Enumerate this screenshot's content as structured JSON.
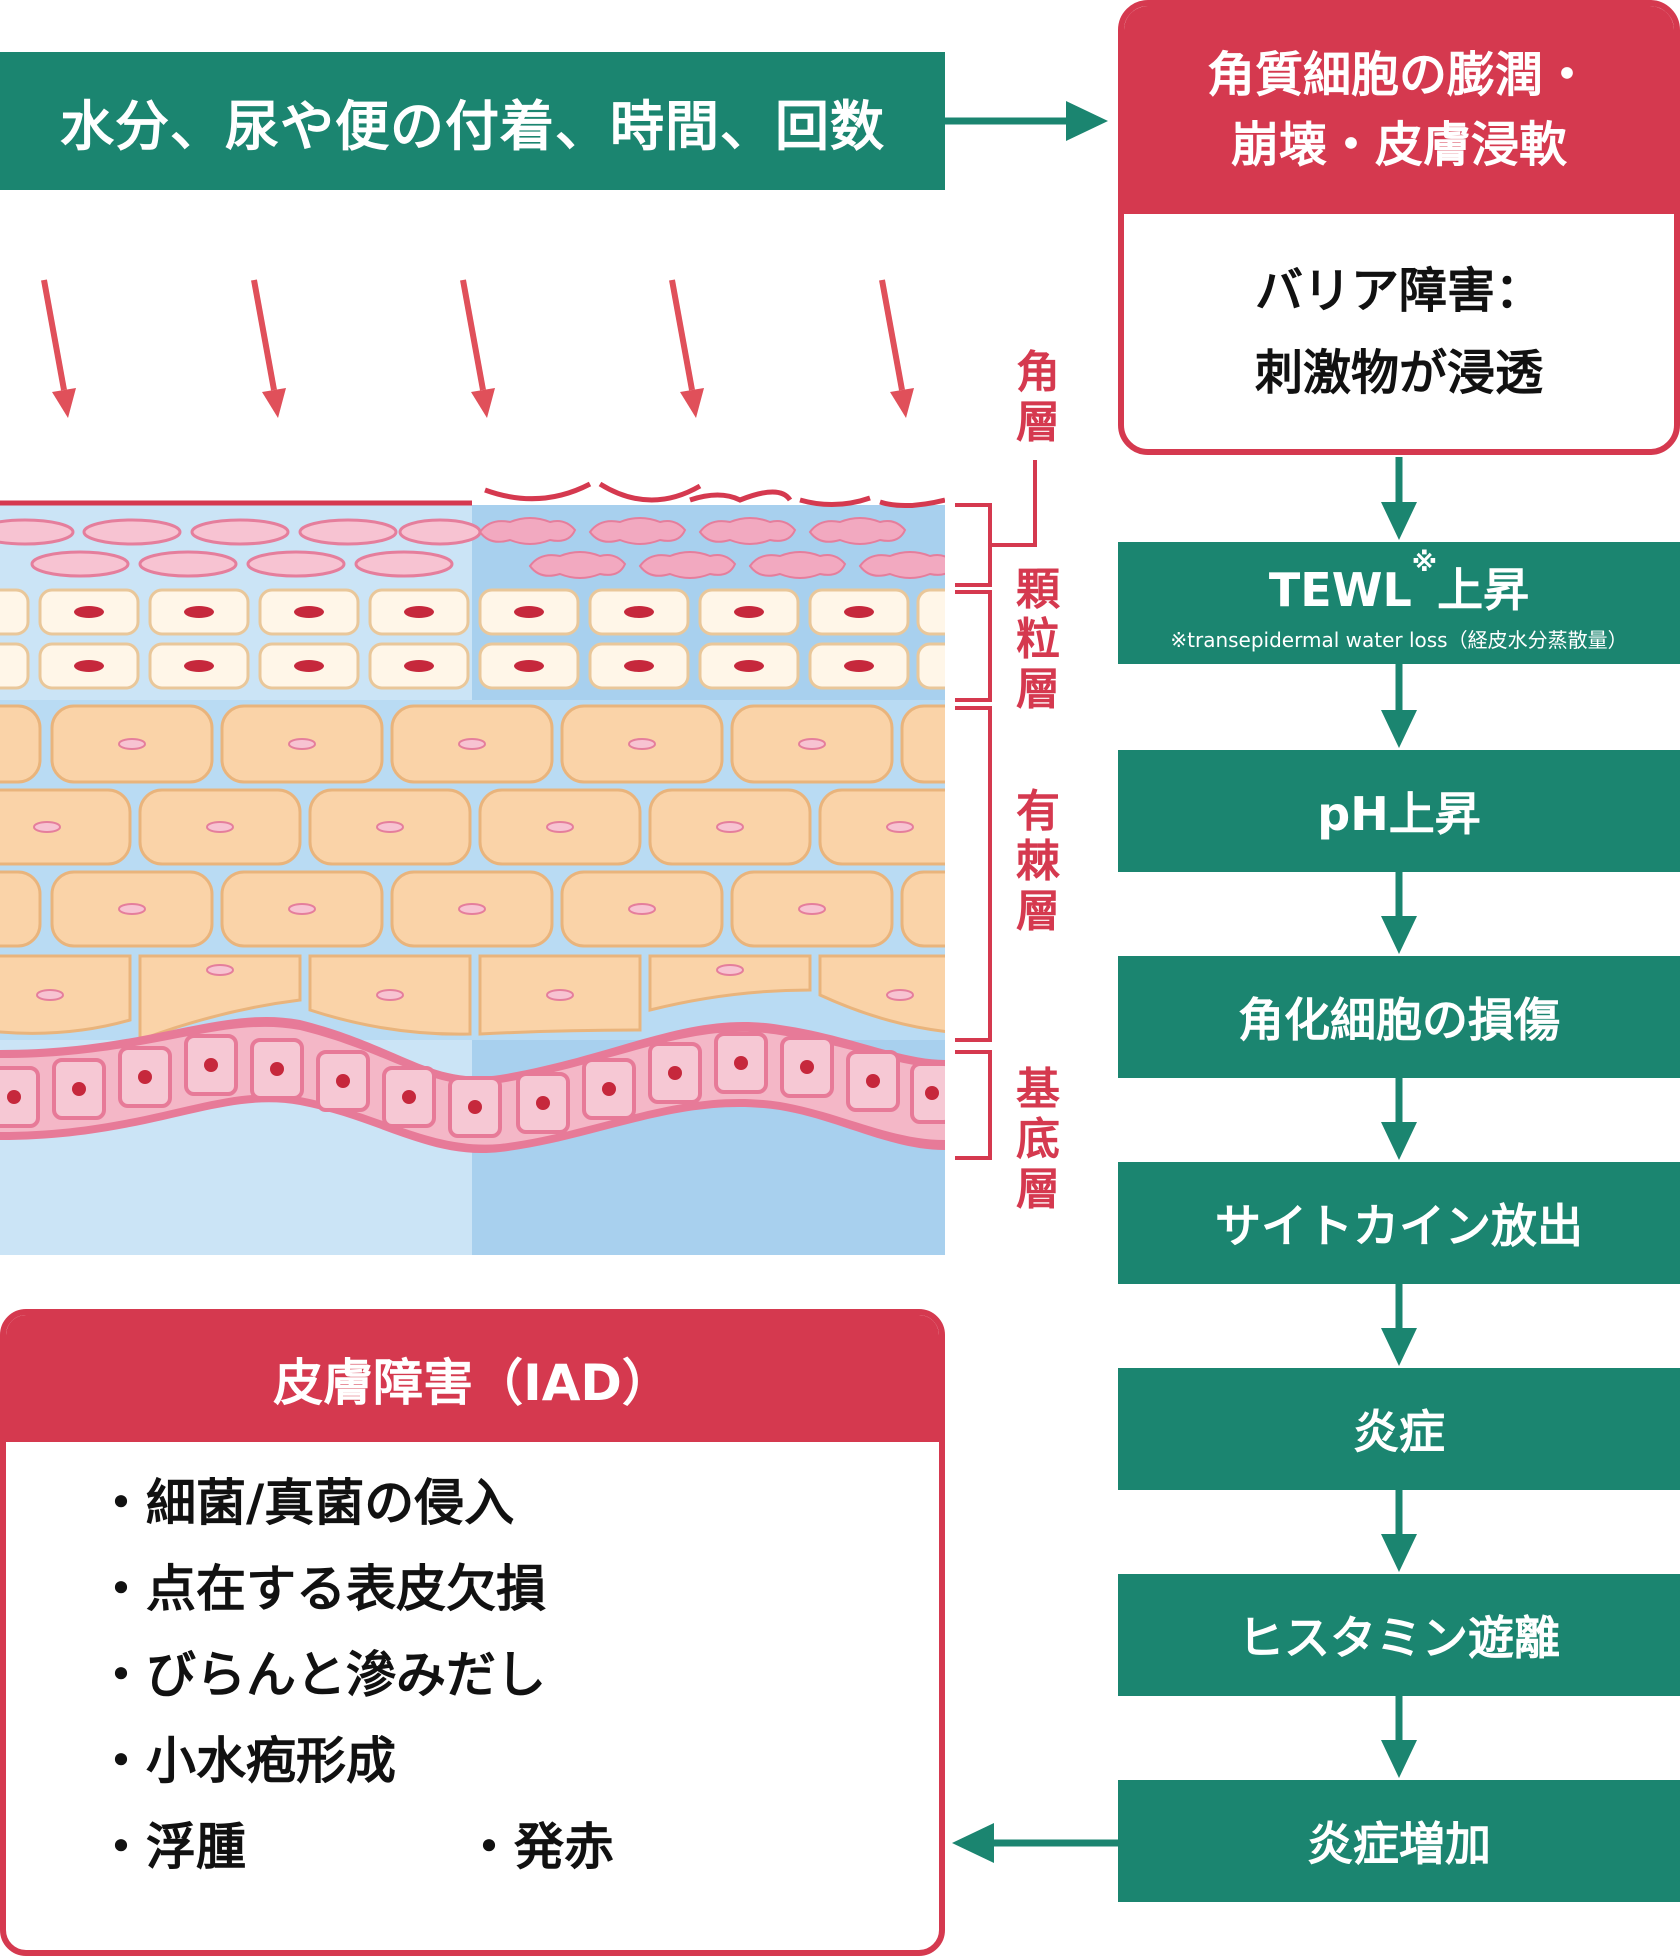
{
  "cause": "水分、尿や便の付着、時間、回数",
  "top_box": {
    "header": [
      "角質細胞の膨潤・",
      "崩壊・皮膚浸軟"
    ],
    "body": [
      "バリア障害：",
      "刺激物が浸透"
    ]
  },
  "layers": [
    "角層",
    "顆粒層",
    "有棘層",
    "基底層"
  ],
  "flow": [
    {
      "label": "TEWL",
      "sup": "※",
      "suffix": "上昇",
      "note": "※transepidermal water loss（経皮水分蒸散量）"
    },
    {
      "label": "pH上昇"
    },
    {
      "label": "角化細胞の損傷"
    },
    {
      "label": "サイトカイン放出"
    },
    {
      "label": "炎症"
    },
    {
      "label": "ヒスタミン遊離"
    },
    {
      "label": "炎症増加"
    }
  ],
  "iad": {
    "title": "皮膚障害（IAD）",
    "items": [
      "・細菌/真菌の侵入",
      "・点在する表皮欠損",
      "・びらんと滲みだし",
      "・小水疱形成",
      "・浮腫",
      "・発赤"
    ]
  },
  "colors": {
    "green": "#1b8570",
    "red": "#d5394f",
    "arrow_red": "#e0505a",
    "skin_blue": "#bcdcf2",
    "cell_orange": "#fad3a8",
    "basal_pink": "#e77a98"
  }
}
